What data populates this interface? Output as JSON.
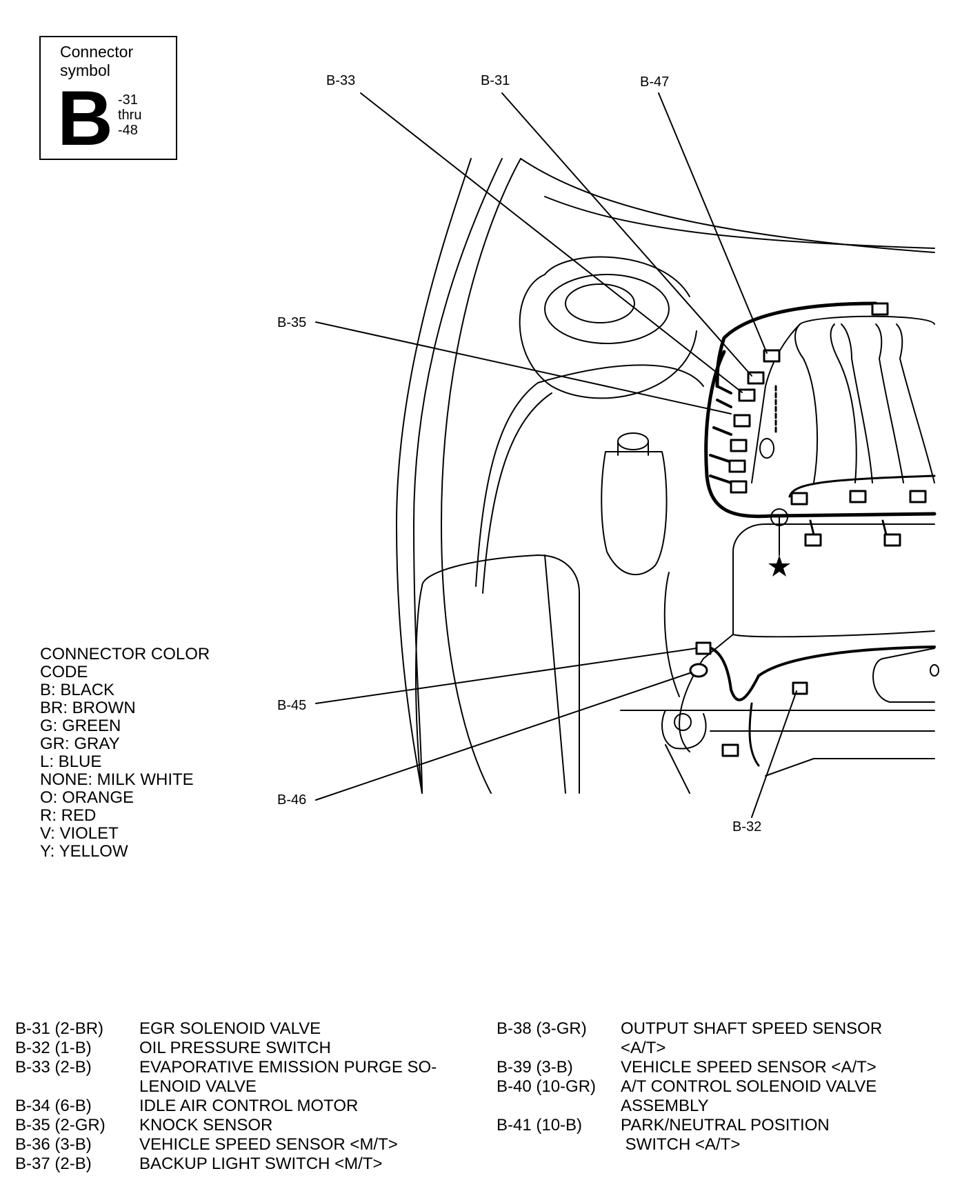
{
  "symbol": {
    "title_line1": "Connector",
    "title_line2": "symbol",
    "letter": "B",
    "range_line1": "-31",
    "range_line2": "thru",
    "range_line3": "-48"
  },
  "callouts": {
    "b33": "B-33",
    "b31": "B-31",
    "b47": "B-47",
    "b35": "B-35",
    "b45": "B-45",
    "b46": "B-46",
    "b32": "B-32"
  },
  "color_code": {
    "title_line1": "CONNECTOR COLOR",
    "title_line2": "CODE",
    "items": [
      "B: BLACK",
      "BR: BROWN",
      "G: GREEN",
      "GR: GRAY",
      "L: BLUE",
      "NONE: MILK WHITE",
      "O: ORANGE",
      "R: RED",
      "V: VIOLET",
      "Y: YELLOW"
    ]
  },
  "legend_left": [
    {
      "code": "B-31 (2-BR)",
      "desc": "EGR SOLENOID VALVE"
    },
    {
      "code": "B-32 (1-B)",
      "desc": "OIL PRESSURE SWITCH"
    },
    {
      "code": "B-33 (2-B)",
      "desc": "EVAPORATIVE EMISSION PURGE SO-\nLENOID VALVE"
    },
    {
      "code": "B-34 (6-B)",
      "desc": "IDLE AIR CONTROL MOTOR"
    },
    {
      "code": "B-35 (2-GR)",
      "desc": "KNOCK SENSOR"
    },
    {
      "code": "B-36 (3-B)",
      "desc": "VEHICLE SPEED SENSOR <M/T>"
    },
    {
      "code": "B-37 (2-B)",
      "desc": "BACKUP LIGHT SWITCH <M/T>"
    }
  ],
  "legend_right": [
    {
      "code": "B-38 (3-GR)",
      "desc": "OUTPUT SHAFT SPEED SENSOR\n<A/T>"
    },
    {
      "code": "B-39 (3-B)",
      "desc": "VEHICLE SPEED SENSOR <A/T>"
    },
    {
      "code": "B-40 (10-GR)",
      "desc": "A/T CONTROL SOLENOID VALVE\nASSEMBLY"
    },
    {
      "code": "B-41 (10-B)",
      "desc": "PARK/NEUTRAL POSITION\n SWITCH <A/T>"
    }
  ]
}
